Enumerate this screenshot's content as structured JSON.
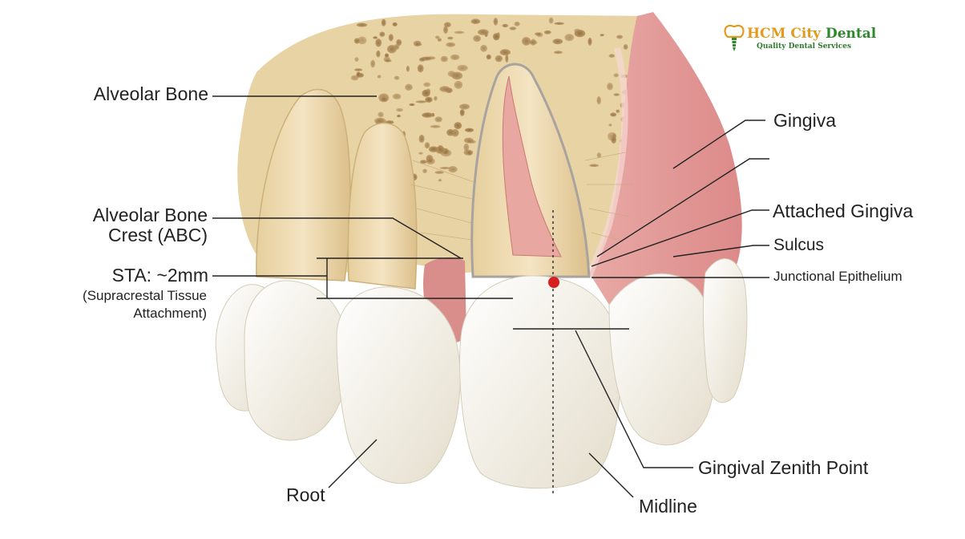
{
  "labels": {
    "alveolar_bone": "Alveolar Bone",
    "abc_line1": "Alveolar Bone",
    "abc_line2": "Crest (ABC)",
    "sta_line1": "STA: ~2mm",
    "sta_line2": "(Supracrestal Tissue",
    "sta_line3": "Attachment)",
    "root": "Root",
    "gingiva": "Gingiva",
    "attached_gingiva": "Attached Gingiva",
    "sulcus": "Sulcus",
    "junctional_epithelium": "Junctional Epithelium",
    "gingival_zenith_point": "Gingival Zenith Point",
    "midline": "Midline"
  },
  "logo": {
    "title_part1": "HCM City",
    "title_part2": "Dental",
    "subtitle": "Quality Dental Services",
    "icon": "tooth-implant-icon"
  },
  "colors": {
    "bone": "#e8d3a4",
    "gingiva": "#e49a98",
    "enamel": "#f3efe4",
    "pulp": "#e8a7a0",
    "zenith_dot": "#d62020",
    "logo_orange": "#e39a1f",
    "logo_green": "#2d8a2a"
  }
}
